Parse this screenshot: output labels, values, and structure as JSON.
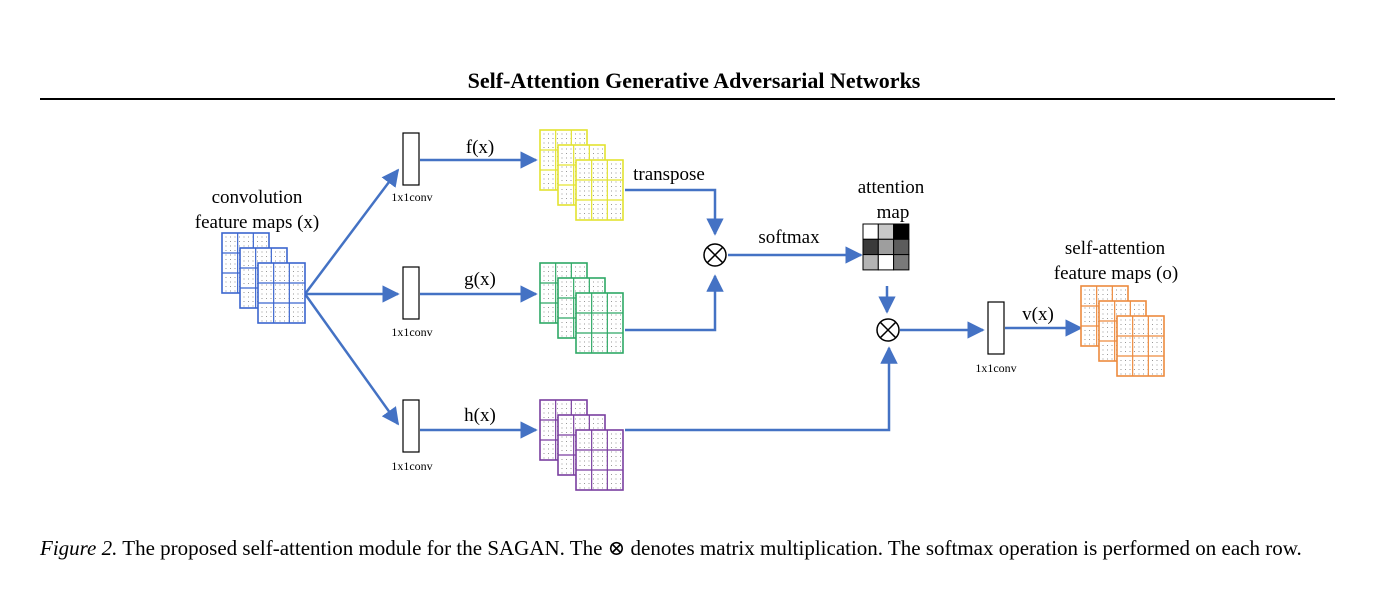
{
  "header": {
    "title": "Self-Attention Generative Adversarial Networks"
  },
  "diagram": {
    "input_label_line1": "convolution",
    "input_label_line2": "feature maps (x)",
    "conv_label": "1x1conv",
    "f_label": "f(x)",
    "g_label": "g(x)",
    "h_label": "h(x)",
    "v_label": "v(x)",
    "transpose_label": "transpose",
    "softmax_label": "softmax",
    "attention_label_line1": "attention",
    "attention_label_line2": "map",
    "output_label_line1": "self-attention",
    "output_label_line2": "feature maps (o)",
    "matmul_symbol": "⊗",
    "colors": {
      "arrow": "#4472c4",
      "input": "#3b66cf",
      "f": "#e3e330",
      "g": "#2ea866",
      "h": "#7a3fa0",
      "output": "#ed8a3e"
    },
    "attention_cells": [
      "#ffffff",
      "#c8c8c8",
      "#000000",
      "#3a3a3a",
      "#9e9e9e",
      "#5c5c5c",
      "#b4b4b4",
      "#ffffff",
      "#7a7a7a"
    ]
  },
  "caption": {
    "figure_label": "Figure 2.",
    "text": " The proposed self-attention module for the SAGAN. The ⊗ denotes matrix multiplication. The softmax operation is performed on each row."
  }
}
